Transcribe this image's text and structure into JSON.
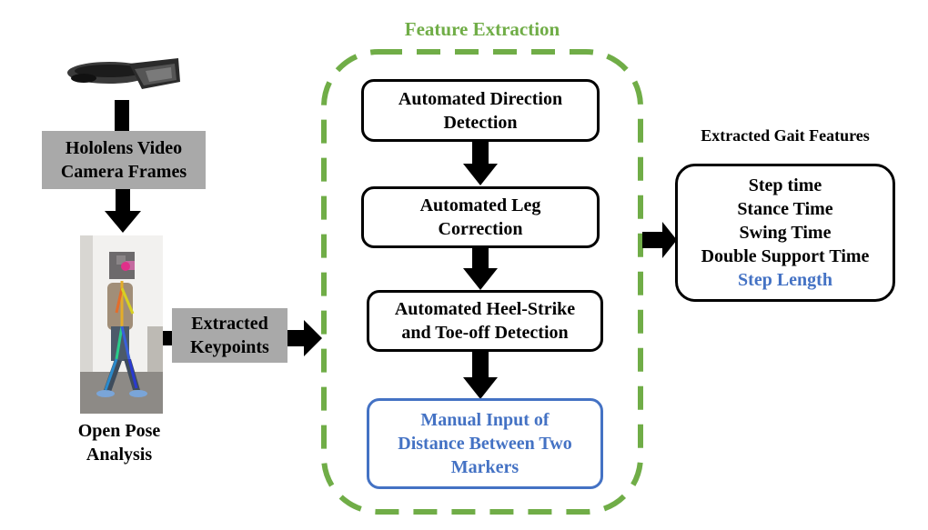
{
  "colors": {
    "accent_green": "#70ad47",
    "accent_blue": "#4472c4",
    "node_gray": "#a9a9a9",
    "arrow": "#000000"
  },
  "left_column": {
    "headset_icon": "hololens-headset-icon",
    "camera_label_line1": "Hololens Video",
    "camera_label_line2": "Camera Frames",
    "photo_icon": "pose-keypoints-photo",
    "openpose_line1": "Open Pose",
    "openpose_line2": "Analysis",
    "keypoints_line1": "Extracted",
    "keypoints_line2": "Keypoints"
  },
  "feature_extraction": {
    "title": "Feature Extraction",
    "steps": [
      {
        "line1": "Automated Direction",
        "line2": "Detection"
      },
      {
        "line1": "Automated Leg",
        "line2": "Correction"
      },
      {
        "line1": "Automated Heel-Strike",
        "line2": "and Toe-off Detection"
      }
    ],
    "manual": {
      "line1": "Manual Input of",
      "line2": "Distance Between Two",
      "line3": "Markers"
    }
  },
  "gait_features": {
    "title": "Extracted Gait Features",
    "items": [
      "Step time",
      "Stance Time",
      "Swing Time",
      "Double Support Time"
    ],
    "highlight": "Step Length"
  }
}
